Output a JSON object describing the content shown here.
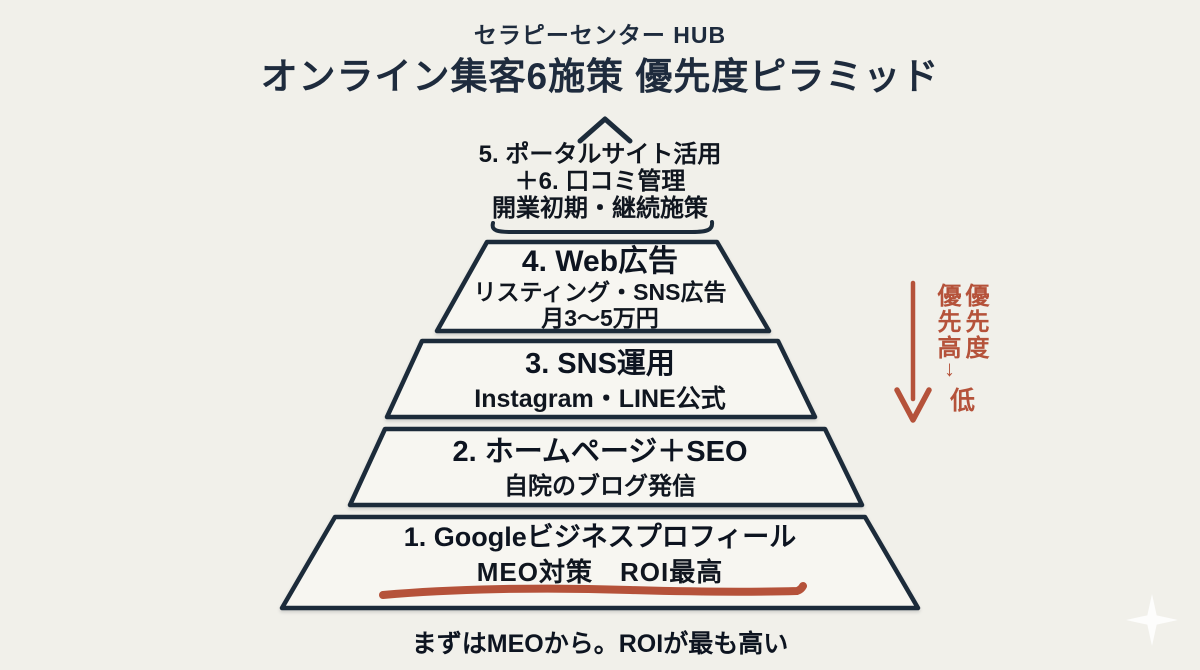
{
  "header": {
    "brand": "セラピーセンター HUB",
    "title": "オンライン集客6施策 優先度ピラミッド"
  },
  "apex_note": {
    "line1": "5. ポータルサイト活用",
    "line2": "＋6. 口コミ管理",
    "line3": "開業初期・継続施策"
  },
  "pyramid": {
    "tiers": [
      {
        "rank": "4",
        "title": "4. Web広告",
        "sub1": "リスティング・SNS広告",
        "sub2": "月3〜5万円"
      },
      {
        "rank": "3",
        "title": "3. SNS運用",
        "sub1": "Instagram・LINE公式"
      },
      {
        "rank": "2",
        "title": "2. ホームページ＋SEO",
        "sub1": "自院のブログ発信"
      },
      {
        "rank": "1",
        "title": "1. Googleビジネスプロフィール",
        "sub1": "MEO対策　ROI最高"
      }
    ]
  },
  "priority_legend": {
    "col_left": "優先高",
    "col_right": "優先度",
    "arrow_glyph": "↓",
    "low_label": "低"
  },
  "footer": {
    "note": "まずはMEOから。ROIが最も高い"
  },
  "icons": {
    "apex_chevron": "chevron-up",
    "priority_arrow": "arrow-down",
    "sparkle": "four-point-star"
  },
  "colors": {
    "bg": "#f1f0ea",
    "navy": "#1c2b3a",
    "rust": "#b5523a",
    "ink": "#0d1420",
    "tier_fill": "#f7f6f1"
  }
}
